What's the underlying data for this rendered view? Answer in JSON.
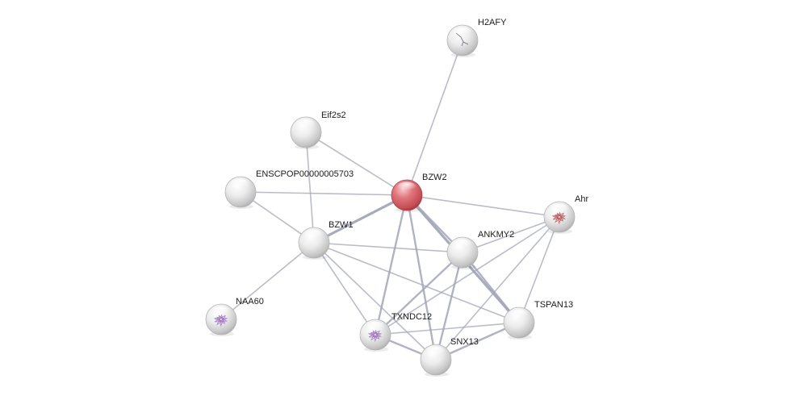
{
  "network": {
    "query_node": "BZW2",
    "nodes": [
      {
        "id": "H2AFY",
        "label": "H2AFY",
        "query": false,
        "structure": "line"
      },
      {
        "id": "Eif2s2",
        "label": "Eif2s2",
        "query": false,
        "structure": "none"
      },
      {
        "id": "ENSCPOP00000005703",
        "label": "ENSCPOP00000005703",
        "query": false,
        "structure": "none"
      },
      {
        "id": "BZW2",
        "label": "BZW2",
        "query": true,
        "structure": "none"
      },
      {
        "id": "Ahr",
        "label": "Ahr",
        "query": false,
        "structure": "red"
      },
      {
        "id": "BZW1",
        "label": "BZW1",
        "query": false,
        "structure": "none"
      },
      {
        "id": "ANKMY2",
        "label": "ANKMY2",
        "query": false,
        "structure": "none"
      },
      {
        "id": "NAA60",
        "label": "NAA60",
        "query": false,
        "structure": "purple"
      },
      {
        "id": "TSPAN13",
        "label": "TSPAN13",
        "query": false,
        "structure": "none"
      },
      {
        "id": "TXNDC12",
        "label": "TXNDC12",
        "query": false,
        "structure": "purple"
      },
      {
        "id": "SNX13",
        "label": "SNX13",
        "query": false,
        "structure": "none"
      }
    ],
    "edges": [
      {
        "source": "BZW2",
        "target": "H2AFY",
        "strength": 1
      },
      {
        "source": "BZW2",
        "target": "Eif2s2",
        "strength": 1
      },
      {
        "source": "BZW2",
        "target": "ENSCPOP00000005703",
        "strength": 1
      },
      {
        "source": "BZW2",
        "target": "BZW1",
        "strength": 3
      },
      {
        "source": "BZW2",
        "target": "Ahr",
        "strength": 1
      },
      {
        "source": "BZW2",
        "target": "ANKMY2",
        "strength": 2
      },
      {
        "source": "BZW2",
        "target": "TSPAN13",
        "strength": 3
      },
      {
        "source": "BZW2",
        "target": "TXNDC12",
        "strength": 2
      },
      {
        "source": "BZW2",
        "target": "SNX13",
        "strength": 2
      },
      {
        "source": "Eif2s2",
        "target": "BZW1",
        "strength": 1
      },
      {
        "source": "ENSCPOP00000005703",
        "target": "BZW1",
        "strength": 1
      },
      {
        "source": "BZW1",
        "target": "NAA60",
        "strength": 1
      },
      {
        "source": "BZW1",
        "target": "ANKMY2",
        "strength": 1
      },
      {
        "source": "BZW1",
        "target": "TSPAN13",
        "strength": 1
      },
      {
        "source": "BZW1",
        "target": "TXNDC12",
        "strength": 1
      },
      {
        "source": "BZW1",
        "target": "SNX13",
        "strength": 1
      },
      {
        "source": "Ahr",
        "target": "ANKMY2",
        "strength": 1
      },
      {
        "source": "Ahr",
        "target": "TSPAN13",
        "strength": 1
      },
      {
        "source": "Ahr",
        "target": "TXNDC12",
        "strength": 1
      },
      {
        "source": "Ahr",
        "target": "SNX13",
        "strength": 1
      },
      {
        "source": "ANKMY2",
        "target": "TSPAN13",
        "strength": 2
      },
      {
        "source": "ANKMY2",
        "target": "TXNDC12",
        "strength": 2
      },
      {
        "source": "ANKMY2",
        "target": "SNX13",
        "strength": 2
      },
      {
        "source": "TXNDC12",
        "target": "SNX13",
        "strength": 2
      },
      {
        "source": "TXNDC12",
        "target": "TSPAN13",
        "strength": 1
      },
      {
        "source": "SNX13",
        "target": "TSPAN13",
        "strength": 2
      }
    ]
  },
  "colors": {
    "query_node": "#c9464d",
    "node": "#e2e2e2",
    "edge": "#a3a6b8",
    "structure_red": "#b84a4a",
    "structure_purple": "#9a6ab8",
    "structure_line": "#7d8494"
  }
}
